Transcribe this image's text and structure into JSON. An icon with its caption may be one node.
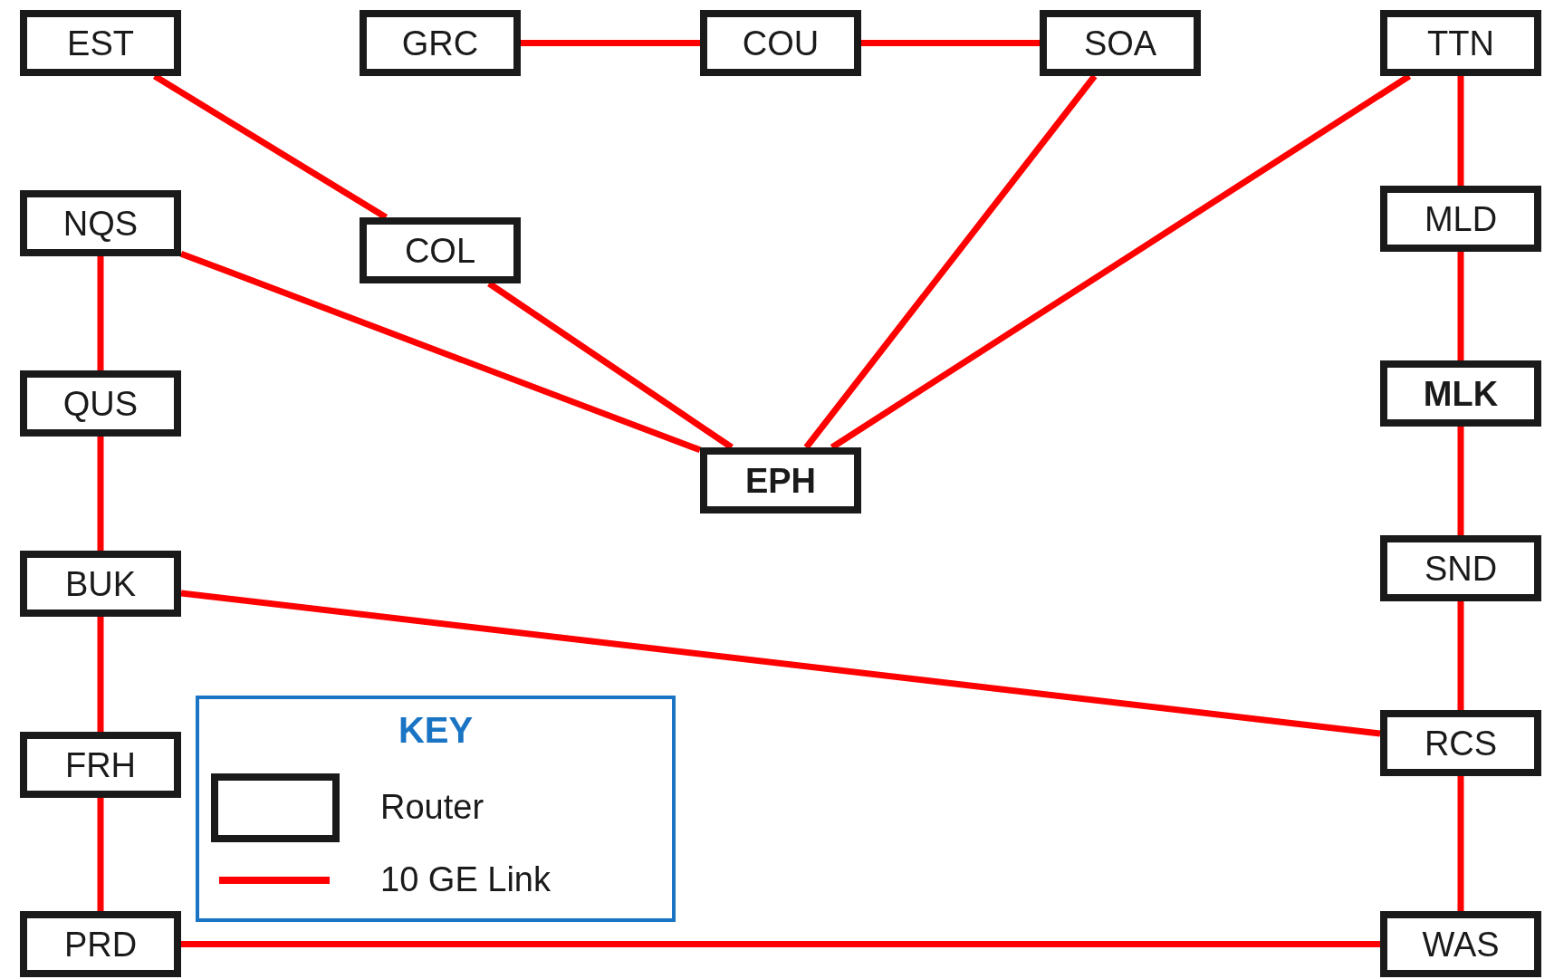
{
  "diagram": {
    "nodes": [
      {
        "text": [
          "EST"
        ]
      },
      {
        "text": [
          "GRC"
        ]
      },
      {
        "text": [
          "COU"
        ]
      },
      {
        "text": [
          "SOA"
        ]
      },
      {
        "text": [
          "TTN"
        ]
      },
      {
        "text": [
          "NQS"
        ]
      },
      {
        "text": [
          "MLD"
        ]
      },
      {
        "text": [
          "COL"
        ]
      },
      {
        "text": [
          "MLK"
        ]
      },
      {
        "text": [
          "QUS"
        ]
      },
      {
        "text": [
          "EPH"
        ]
      },
      {
        "text": [
          "SND"
        ]
      },
      {
        "text": [
          "BUK"
        ]
      },
      {
        "text": [
          "RCS"
        ]
      },
      {
        "text": [
          "FRH"
        ]
      },
      {
        "text": [
          "PRD"
        ]
      },
      {
        "text": [
          "WAS"
        ]
      }
    ],
    "edges": [
      {
        "from": 1,
        "to": 2,
        "arrow": "none"
      },
      {
        "from": 2,
        "to": 3,
        "arrow": "none"
      },
      {
        "from": 0,
        "to": 7,
        "arrow": "none"
      },
      {
        "from": 7,
        "to": 10,
        "arrow": "none"
      },
      {
        "from": 5,
        "to": 10,
        "arrow": "none"
      },
      {
        "from": 3,
        "to": 10,
        "arrow": "none"
      },
      {
        "from": 4,
        "to": 10,
        "arrow": "none"
      },
      {
        "from": 4,
        "to": 6,
        "arrow": "none"
      },
      {
        "from": 6,
        "to": 8,
        "arrow": "none"
      },
      {
        "from": 8,
        "to": 11,
        "arrow": "none"
      },
      {
        "from": 11,
        "to": 13,
        "arrow": "none"
      },
      {
        "from": 13,
        "to": 16,
        "arrow": "none"
      },
      {
        "from": 5,
        "to": 9,
        "arrow": "none"
      },
      {
        "from": 9,
        "to": 12,
        "arrow": "none"
      },
      {
        "from": 12,
        "to": 14,
        "arrow": "none"
      },
      {
        "from": 14,
        "to": 15,
        "arrow": "none"
      },
      {
        "from": 12,
        "to": 13,
        "arrow": "none"
      },
      {
        "from": 15,
        "to": 16,
        "arrow": "none"
      }
    ],
    "labels": [
      "KEY"
    ],
    "legend": [
      {
        "text": "Router"
      },
      {
        "text": "10 GE Link"
      }
    ]
  }
}
